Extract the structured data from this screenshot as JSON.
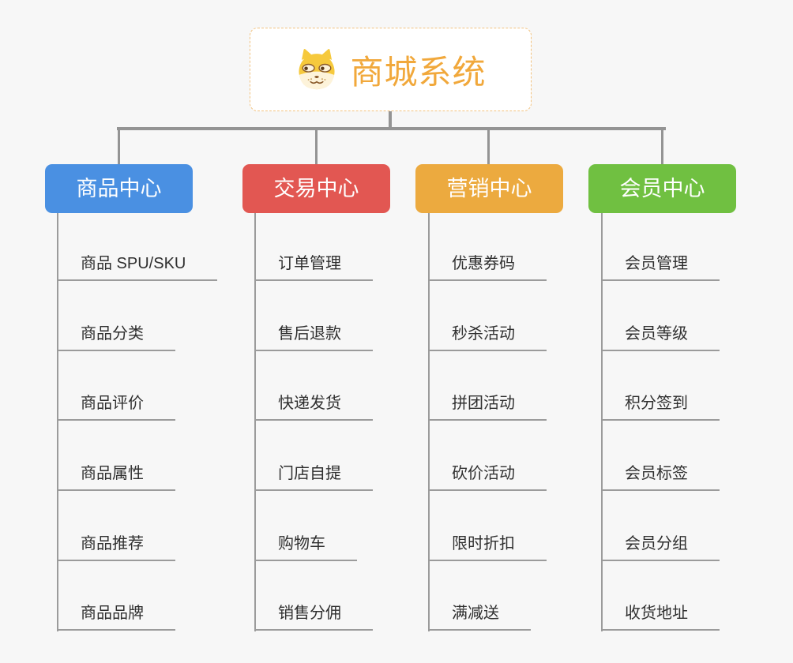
{
  "page": {
    "background": "#f7f7f7",
    "connector_color": "#949494"
  },
  "root": {
    "title": "商城系统",
    "icon": "shiba-dog-icon",
    "text_color": "#f1a83b",
    "border_color": "#f2c27f"
  },
  "branches": [
    {
      "label": "商品中心",
      "color": "#4a90e2",
      "items": [
        "商品 SPU/SKU",
        "商品分类",
        "商品评价",
        "商品属性",
        "商品推荐",
        "商品品牌"
      ]
    },
    {
      "label": "交易中心",
      "color": "#e25752",
      "items": [
        "订单管理",
        "售后退款",
        "快递发货",
        "门店自提",
        "购物车",
        "销售分佣"
      ]
    },
    {
      "label": "营销中心",
      "color": "#ecaa3f",
      "items": [
        "优惠券码",
        "秒杀活动",
        "拼团活动",
        "砍价活动",
        "限时折扣",
        "满减送"
      ]
    },
    {
      "label": "会员中心",
      "color": "#70c041",
      "items": [
        "会员管理",
        "会员等级",
        "积分签到",
        "会员标签",
        "会员分组",
        "收货地址"
      ]
    }
  ]
}
